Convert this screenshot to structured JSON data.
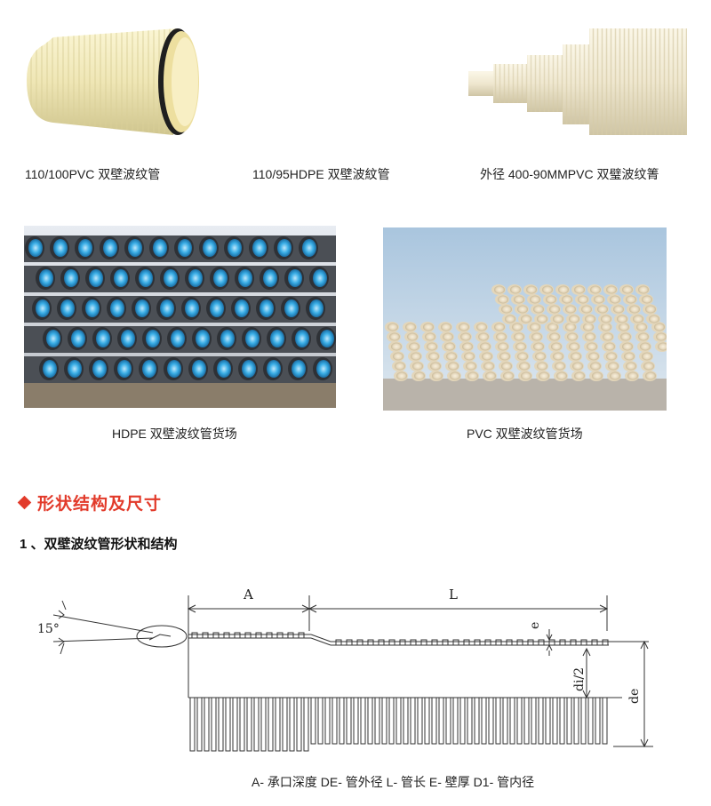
{
  "products": [
    {
      "caption": "110/100PVC 双壁波纹管"
    },
    {
      "caption": "110/95HDPE 双壁波紋管"
    },
    {
      "caption": "外径 400-90MMPVC 双璧波纹箐"
    }
  ],
  "yards": [
    {
      "caption": "HDPE 双壁波纹管货场"
    },
    {
      "caption": "PVC 双壁波纹管货场"
    }
  ],
  "section": {
    "title": "形状结构及尺寸",
    "subtitle": "1 、双壁波纹管形状和结构"
  },
  "diagram": {
    "labels": {
      "a": "A",
      "l": "L",
      "e": "e",
      "di2": "di/2",
      "de": "de",
      "angle": "15°"
    },
    "legend": "A- 承口深度  DE- 管外径  L- 管长  E- 壁厚  D1- 管内径"
  },
  "colors": {
    "heading": "#e23a2a",
    "hdpe_pipe": "#4b4f55",
    "hdpe_inner": "#27a6e0",
    "pvc_pipe": "#ece3cf"
  }
}
